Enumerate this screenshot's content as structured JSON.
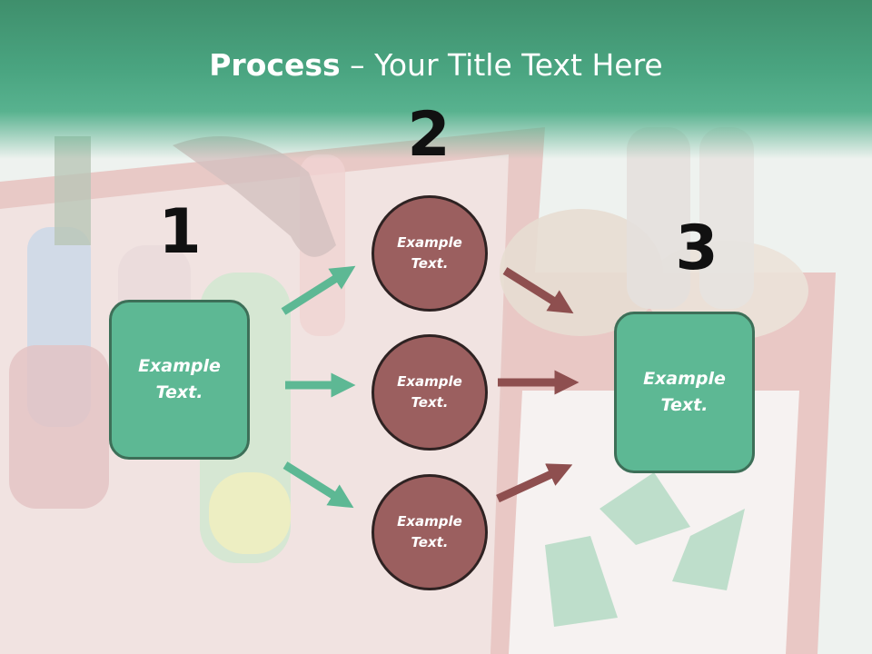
{
  "slide": {
    "title_bold": "Process",
    "title_rest": " – Your Title Text Here"
  },
  "steps": [
    {
      "number": "1",
      "label": "Example\nText."
    },
    {
      "number": "2",
      "label": "Example\nText."
    },
    {
      "number": "3",
      "label": "Example\nText."
    }
  ],
  "circles": [
    {
      "label": "Example\nText."
    },
    {
      "label": "Example\nText."
    },
    {
      "label": "Example\nText."
    }
  ],
  "colors": {
    "header_green": "#4aa581",
    "box_green": "#5db894",
    "circle_brown": "#9b5f5f",
    "arrow_green": "#5db894",
    "arrow_brown": "#8e4f4f"
  }
}
